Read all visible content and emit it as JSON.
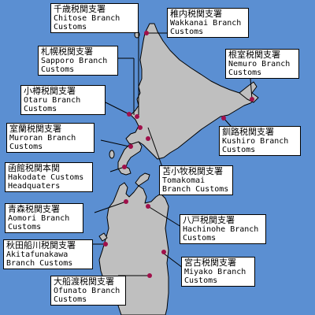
{
  "colors": {
    "sea": "#5b8fd2",
    "land": "#bfbfbf",
    "coast": "#000000",
    "marker": "#a0104a",
    "label_bg": "#ffffff"
  },
  "offices": {
    "chitose": {
      "ja": "千歳税関支署",
      "en1": "Chitose Branch",
      "en2": "Customs"
    },
    "wakkanai": {
      "ja": "稚内税関支署",
      "en1": "Wakkanai Branch",
      "en2": "Customs"
    },
    "sapporo": {
      "ja": "札幌税関支署",
      "en1": "Sapporo Branch",
      "en2": "Customs"
    },
    "nemuro": {
      "ja": "根室税関支署",
      "en1": "Nemuro Branch",
      "en2": "Customs"
    },
    "otaru": {
      "ja": "小樽税関支署",
      "en1": "Otaru Branch",
      "en2": "Customs"
    },
    "muroran": {
      "ja": "室蘭税関支署",
      "en1": "Muroran Branch",
      "en2": "Customs"
    },
    "kushiro": {
      "ja": "釧路税関支署",
      "en1": "Kushiro Branch",
      "en2": "Customs"
    },
    "hakodate": {
      "ja": "函館税関本関",
      "en1": "Hakodate Customs",
      "en2": "Headquaters"
    },
    "tomakomai": {
      "ja": "苫小牧税関支署",
      "en1": "Tomakomai",
      "en2": "Branch Customs"
    },
    "aomori": {
      "ja": "青森税関支署",
      "en1": "Aomori Branch",
      "en2": "Customs"
    },
    "hachinohe": {
      "ja": "八戸税関支署",
      "en1": "Hachinohe Branch",
      "en2": "Customs"
    },
    "akita": {
      "ja": "秋田船川税関支署",
      "en1": "Akitafunakawa",
      "en2": "Branch Customs"
    },
    "miyako": {
      "ja": "宮古税関支署",
      "en1": "Miyako Branch",
      "en2": "Customs"
    },
    "ofunato": {
      "ja": "大船渡税関支署",
      "en1": "Ofunato Branch",
      "en2": "Customs"
    }
  }
}
